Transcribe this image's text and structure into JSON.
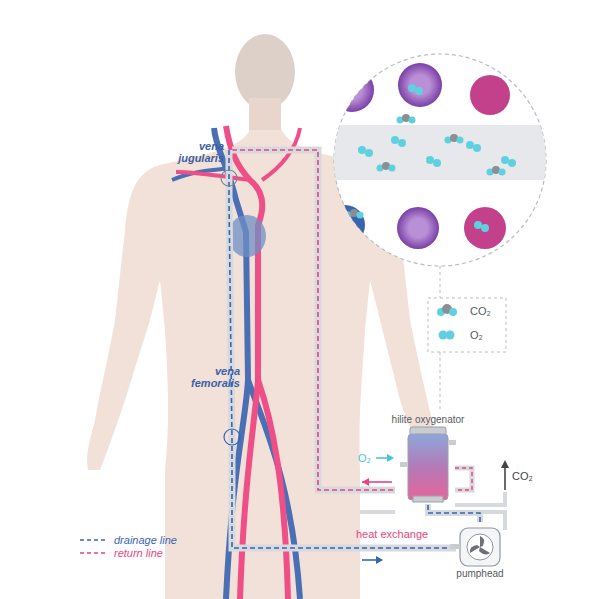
{
  "diagram": {
    "nodes": [
      {
        "text": [
          "hilite oxygenator"
        ]
      },
      {
        "text": [
          "pumphead"
        ]
      }
    ],
    "edges": [
      {
        "from": 1,
        "to": 0,
        "arrow": "none"
      }
    ],
    "labels": [
      "vena jugularis",
      "vena femoralis",
      "O₂",
      "CO₂",
      "heat exchange"
    ],
    "legend": [
      {
        "text": "CO₂"
      },
      {
        "text": "O₂"
      },
      {
        "text": "drainage line"
      },
      {
        "text": "return line"
      }
    ]
  }
}
